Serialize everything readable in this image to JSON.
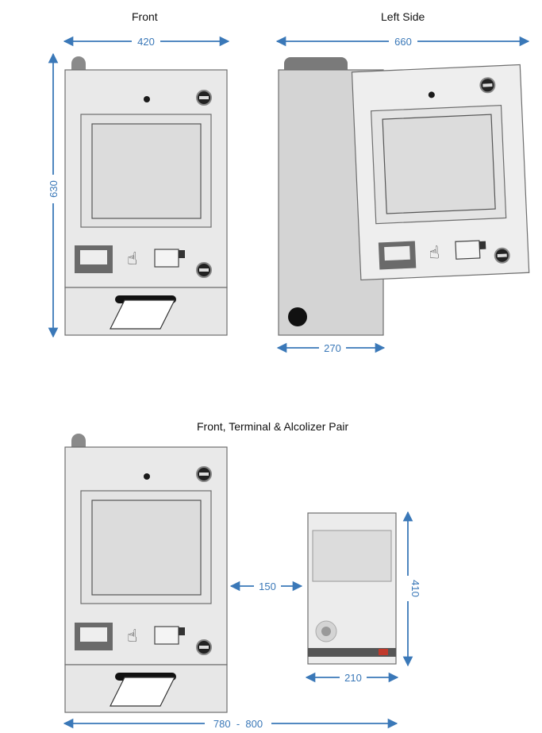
{
  "titles": {
    "front": "Front",
    "left_side": "Left Side",
    "pair": "Front,  Terminal & Alcolizer Pair"
  },
  "dimensions": {
    "front_width": "420",
    "front_height": "630",
    "side_width": "660",
    "side_depth": "270",
    "gap": "150",
    "alcolizer_height": "410",
    "alcolizer_width": "210",
    "pair_width": "780  -  800"
  },
  "colors": {
    "dimension": "#3a78b8",
    "panel": "#e9e9e9",
    "outline": "#6e6e6e",
    "dark": "#1a1a1a"
  }
}
